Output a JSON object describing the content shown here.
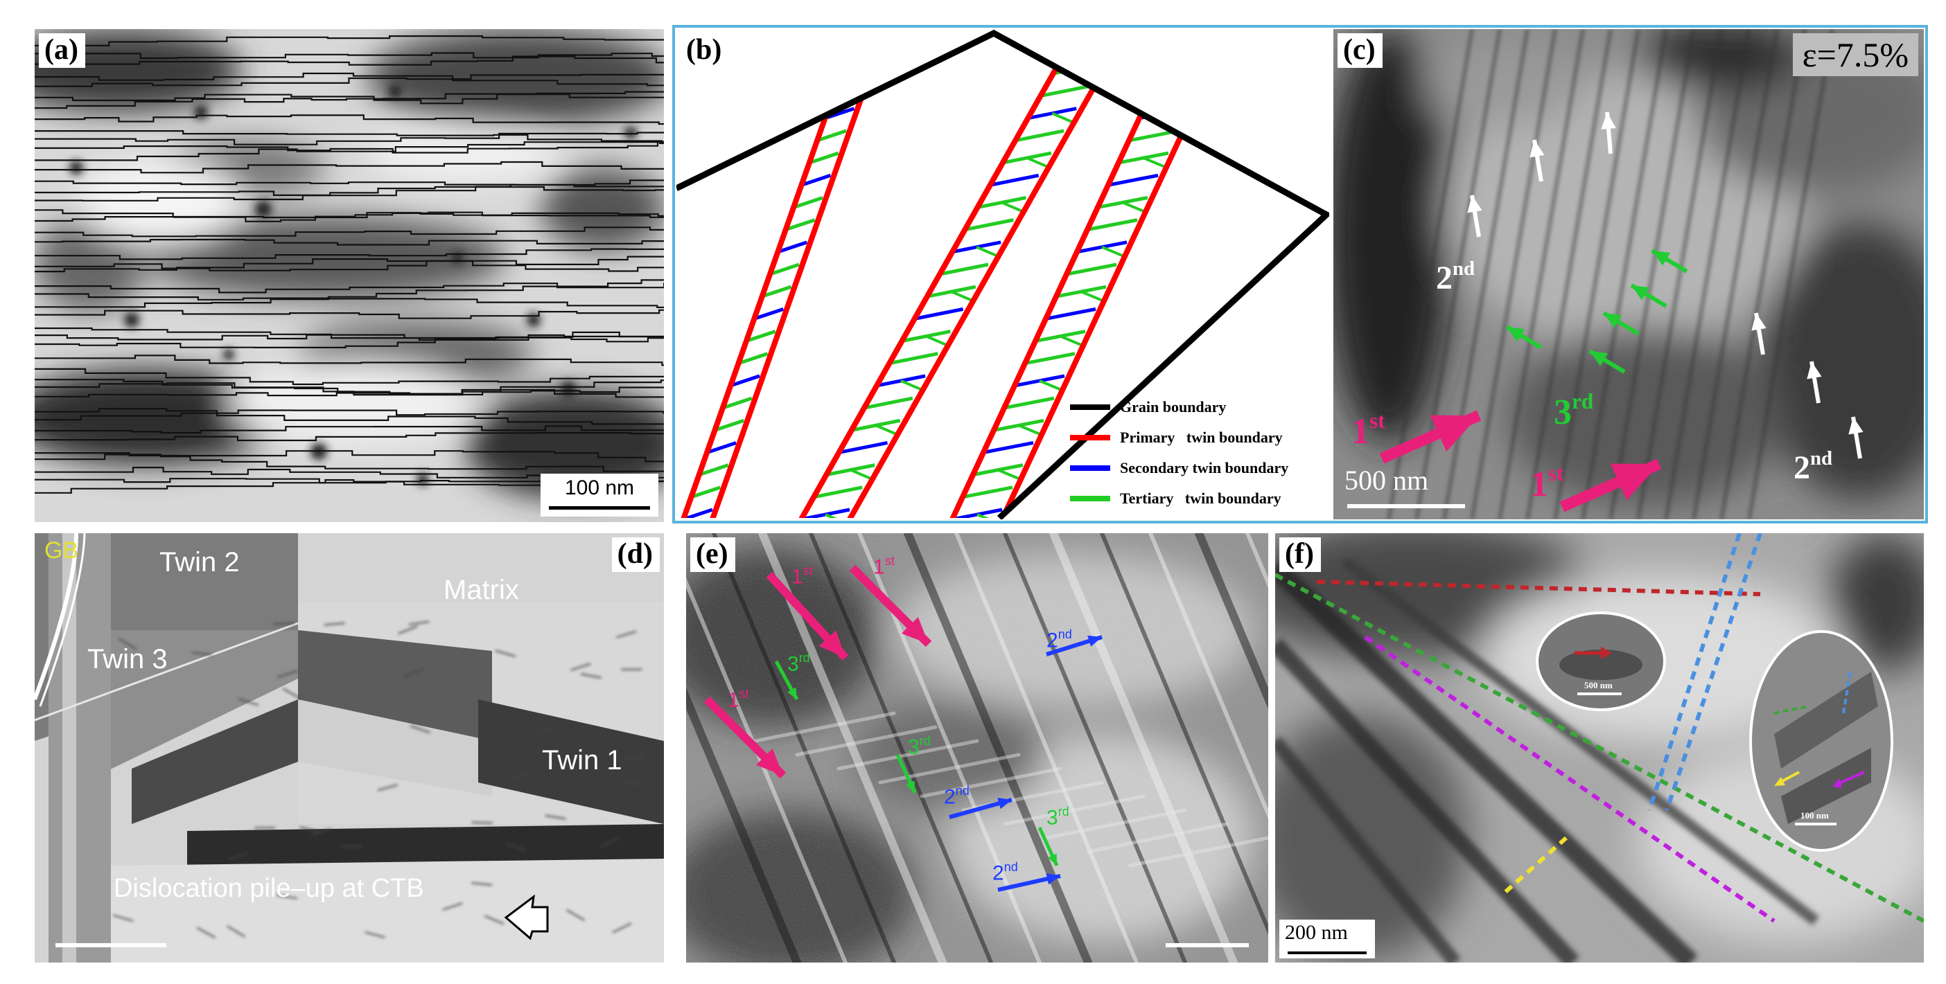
{
  "figure": {
    "panels": {
      "a": {
        "label": "(a)",
        "scale_bar": "100 nm"
      },
      "b": {
        "label": "(b)",
        "legend": [
          {
            "label": "Grain boundary",
            "color": "#000000"
          },
          {
            "label": "Primary   twin boundary",
            "color": "#ff0000"
          },
          {
            "label": "Secondary twin boundary",
            "color": "#0000ff"
          },
          {
            "label": "Tertiary   twin boundary",
            "color": "#22cc22"
          }
        ]
      },
      "c": {
        "label": "(c)",
        "strain": "ε=7.5%",
        "scale_bar": "500 nm",
        "labels": {
          "second_top": "2",
          "second_top_sup": "nd",
          "first_left": "1",
          "first_left_sup": "st",
          "third": "3",
          "third_sup": "rd",
          "first_bottom": "1",
          "first_bottom_sup": "st",
          "second_bottom": "2",
          "second_bottom_sup": "nd"
        }
      },
      "d": {
        "label": "(d)",
        "texts": {
          "gb": "GB",
          "twin2": "Twin 2",
          "matrix": "Matrix",
          "twin3": "Twin 3",
          "twin1": "Twin 1",
          "pileup": "Dislocation pile–up at CTB"
        }
      },
      "e": {
        "label": "(e)",
        "labels": [
          {
            "n": "1",
            "sup": "st"
          },
          {
            "n": "1",
            "sup": "st"
          },
          {
            "n": "1",
            "sup": "st"
          },
          {
            "n": "3",
            "sup": "rd"
          },
          {
            "n": "2",
            "sup": "nd"
          },
          {
            "n": "3",
            "sup": "rd"
          },
          {
            "n": "2",
            "sup": "nd"
          },
          {
            "n": "3",
            "sup": "rd"
          },
          {
            "n": "2",
            "sup": "nd"
          }
        ]
      },
      "f": {
        "label": "(f)",
        "scale_bar": "200 nm",
        "inset1_scale": "500 nm",
        "inset2_scale": "100 nm"
      }
    },
    "colors": {
      "magenta_arrow": "#e8207a",
      "green_arrow": "#22cc33",
      "blue_arrow": "#1e3cff",
      "frame_blue": "#5ab4dc",
      "dash_red": "#c0262b",
      "dash_green": "#3aa63a",
      "dash_blue": "#4a90e0",
      "dash_magenta": "#c020e0",
      "dash_yellow": "#f0e030"
    }
  }
}
